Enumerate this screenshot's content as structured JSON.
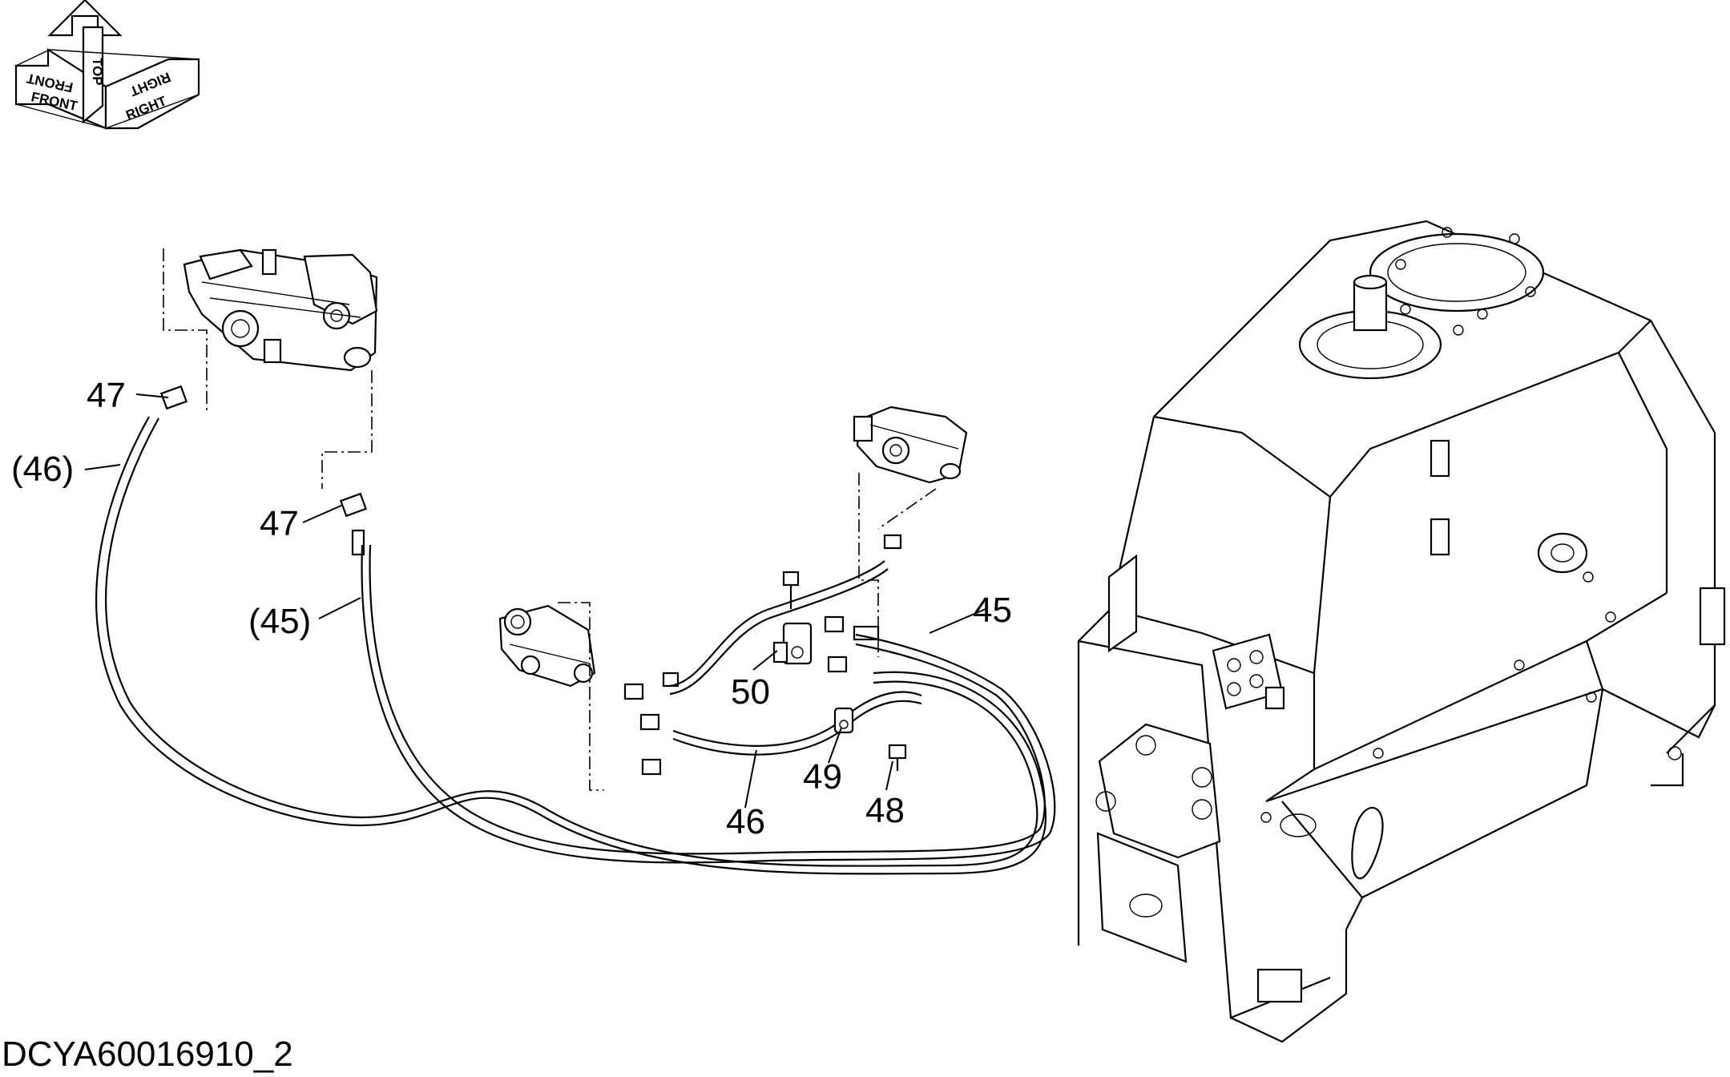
{
  "orientation": {
    "top": "TOP",
    "front": "FRONT",
    "right": "RIGHT"
  },
  "callouts": [
    {
      "id": "47a",
      "text": "47"
    },
    {
      "id": "46p",
      "text": "(46)"
    },
    {
      "id": "47b",
      "text": "47"
    },
    {
      "id": "45p",
      "text": "(45)"
    },
    {
      "id": "45",
      "text": "45"
    },
    {
      "id": "50",
      "text": "50"
    },
    {
      "id": "49",
      "text": "49"
    },
    {
      "id": "48",
      "text": "48"
    },
    {
      "id": "46",
      "text": "46"
    }
  ],
  "drawing_code": "DCYA60016910_2"
}
